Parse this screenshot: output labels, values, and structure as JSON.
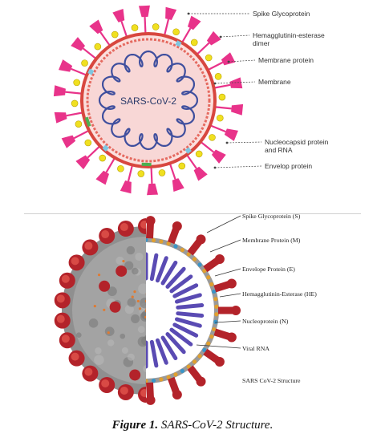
{
  "top": {
    "center_label": "SARS-CoV-2",
    "labels": [
      {
        "key": "spike",
        "lines": [
          "Spike Glycoprotein"
        ]
      },
      {
        "key": "he",
        "lines": [
          "Hemagglutinin-esterase",
          "dimer"
        ]
      },
      {
        "key": "membrane_protein",
        "lines": [
          "Membrane protein"
        ]
      },
      {
        "key": "membrane",
        "lines": [
          "Membrane"
        ]
      },
      {
        "key": "nucleocapsid",
        "lines": [
          "Nucleocapsid protein",
          "and RNA"
        ]
      },
      {
        "key": "envelope",
        "lines": [
          "Envelop protein"
        ]
      }
    ],
    "colors": {
      "spike": "#e8338a",
      "membrane_fill": "#f8d7d6",
      "membrane_ring": "#d8473f",
      "rna": "#3f4f9e",
      "membrane_protein": "#f0e020",
      "he": "#7ec6e0",
      "envelope": "#4caf50"
    }
  },
  "bottom": {
    "labels": [
      {
        "key": "spike",
        "text": "Spike Glycoprotein (S)"
      },
      {
        "key": "membrane",
        "text": "Membrane Protein (M)"
      },
      {
        "key": "envelope",
        "text": "Envelope Protein (E)"
      },
      {
        "key": "he",
        "text": "Hemagglutinin-Esterase (HE)"
      },
      {
        "key": "nucleo",
        "text": "Nucleoprotein (N)"
      },
      {
        "key": "rna",
        "text": "Viral RNA"
      },
      {
        "key": "structure",
        "text": "SARS CoV-2 Structure"
      }
    ],
    "colors": {
      "spike": "#b3232a",
      "rna": "#5a4bb3",
      "membrane": "#e0a030",
      "he": "#3a95c8",
      "shell": "#9a9a9a"
    }
  },
  "caption": {
    "prefix": "Figure 1.",
    "text": "SARS-CoV-2 Structure."
  }
}
